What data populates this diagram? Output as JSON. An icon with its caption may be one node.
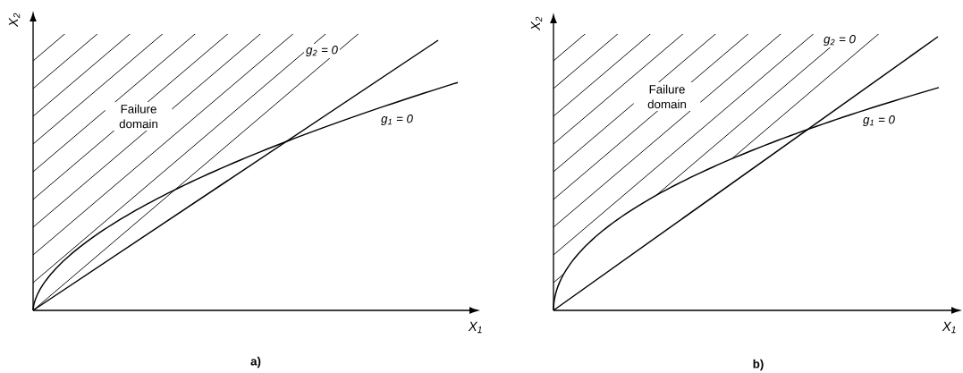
{
  "diagram": {
    "labels": [
      "X$_{2}$",
      "g$_{2}$ = 0",
      "Failure domain",
      "g$_{1}$ = 0",
      "X$_{1}$",
      "a)",
      "X$_{2}$",
      "Failure domain",
      "g$_{2}$ = 0",
      "g$_{1}$ = 0",
      "X$_{1}$",
      "b)"
    ]
  }
}
